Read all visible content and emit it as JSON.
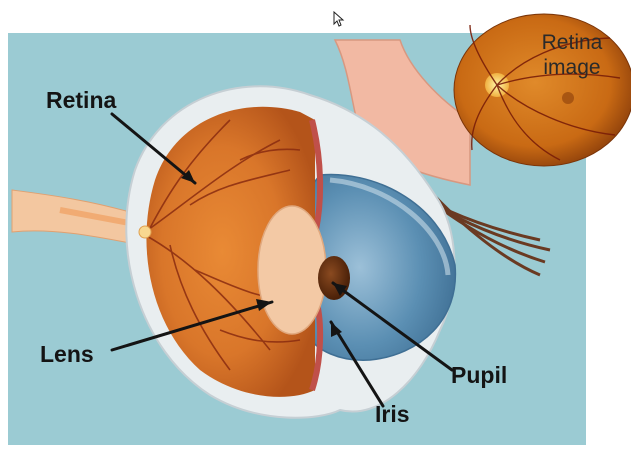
{
  "labels": {
    "retina": "Retina",
    "lens": "Lens",
    "pupil": "Pupil",
    "iris": "Iris"
  },
  "inset": {
    "line1": "Retina",
    "line2": "image"
  },
  "icons": {
    "cursor": "mouse-pointer-icon"
  },
  "colors": {
    "background": "#9bcbd3",
    "retina_orange": "#d9762a",
    "iris_blue": "#5b8fb3",
    "sclera": "#e9eef0",
    "lens": "#f3c9a5",
    "skin": "#f2b9a3",
    "fundus": "#c96a14"
  }
}
